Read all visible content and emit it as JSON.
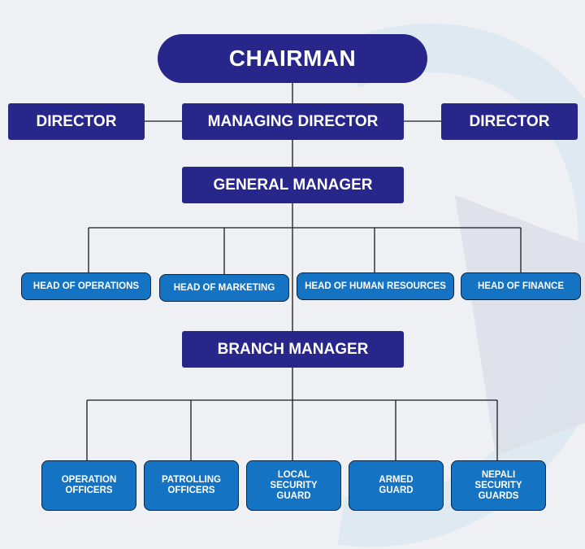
{
  "chart": {
    "chairman": "CHAIRMAN",
    "director_left": "DIRECTOR",
    "managing_director": "MANAGING DIRECTOR",
    "director_right": "DIRECTOR",
    "general_manager": "GENERAL MANAGER",
    "heads": [
      "HEAD OF OPERATIONS",
      "HEAD OF MARKETING",
      "HEAD OF HUMAN RESOURCES",
      "HEAD OF FINANCE"
    ],
    "branch_manager": "BRANCH MANAGER",
    "staff": [
      "OPERATION\nOFFICERS",
      "PATROLLING\nOFFICERS",
      "LOCAL\nSECURITY\nGUARD",
      "ARMED\nGUARD",
      "NEPALI\nSECURITY\nGUARDS"
    ]
  },
  "colors": {
    "background": "#eef0f3",
    "executive_box": "#27268a",
    "department_box": "#1573c3",
    "box_border": "#0d2340",
    "connector": "#1a1a1a",
    "watermark": "#d8e6ef"
  }
}
